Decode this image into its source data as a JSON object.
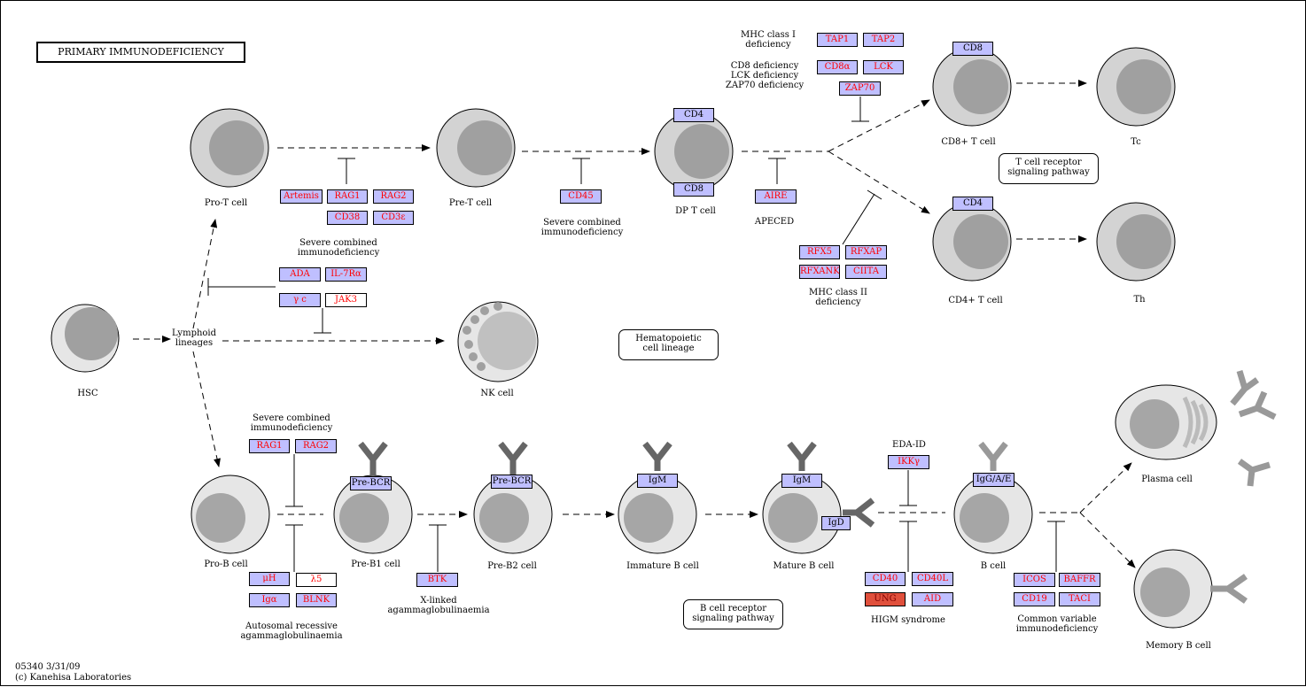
{
  "title": "PRIMARY  IMMUNODEFICIENCY",
  "footer": {
    "map_id": "05340 3/31/09",
    "copyright": "(c) Kanehisa Laboratories"
  },
  "cells": {
    "hsc": "HSC",
    "pro_t": "Pro-T cell",
    "pre_t": "Pre-T cell",
    "dp_t": "DP T cell",
    "cd8_t": "CD8+ T cell",
    "cd4_t": "CD4+ T cell",
    "tc": "Tc",
    "th": "Th",
    "nk": "NK cell",
    "pro_b": "Pro-B cell",
    "pre_b1": "Pre-B1 cell",
    "pre_b2": "Pre-B2 cell",
    "immature_b": "Immature B cell",
    "mature_b": "Mature B cell",
    "b_cell": "B cell",
    "plasma": "Plasma cell",
    "memory_b": "Memory B cell",
    "lymphoid": "Lymphoid\nlineages"
  },
  "diseases": {
    "scid_top": "Severe combined\nimmunodeficiency",
    "scid_mid": "Severe combined\nimmunodeficiency",
    "scid_b": "Severe combined\nimmunodeficiency",
    "apeced": "APECED",
    "mhc1": "MHC class I\ndeficiency",
    "cd8_def": "CD8 deficiency\nLCK deficiency\nZAP70 deficiency",
    "mhc2": "MHC class II\ndeficiency",
    "autosomal": "Autosomal recessive\nagammaglobulinaemia",
    "xlinked": "X-linked\nagammaglobulinaemia",
    "eda": "EDA-ID",
    "higm": "HIGM syndrome",
    "cvid": "Common variable\nimmunodeficiency"
  },
  "pathways": {
    "tcr": "T cell receptor\nsignaling pathway",
    "hematopoietic": "Hematopoietic\ncell lineage",
    "bcr": "B cell receptor\nsignaling pathway"
  },
  "markers": {
    "cd8_top": "CD8",
    "cd4_dp": "CD4",
    "cd8_dp": "CD8",
    "cd4_right": "CD4",
    "pre_bcr1": "Pre-BCR",
    "pre_bcr2": "Pre-BCR",
    "igm1": "IgM",
    "igm2": "IgM",
    "igd": "IgD",
    "igga": "IgG/A/E"
  },
  "genes": {
    "artemis": "Artemis",
    "rag1_t": "RAG1",
    "rag2_t": "RAG2",
    "cd38": "CD38",
    "cd3e": "CD3ε",
    "cd45": "CD45",
    "aire": "AIRE",
    "tap1": "TAP1",
    "tap2": "TAP2",
    "cd8a": "CD8α",
    "lck": "LCK",
    "zap70": "ZAP70",
    "rfx5": "RFX5",
    "rfxap": "RFXAP",
    "rfxank": "RFXANK",
    "ciita": "CIITA",
    "ada": "ADA",
    "il7ra": "IL-7Rα",
    "gc": "γ c",
    "jak3": "JAK3",
    "rag1_b": "RAG1",
    "rag2_b": "RAG2",
    "muh": "μH",
    "lambda5": "λ5",
    "iga": "Igα",
    "blnk": "BLNK",
    "btk": "BTK",
    "ikkg": "IKKγ",
    "cd40": "CD40",
    "cd40l": "CD40L",
    "ung": "UNG",
    "aid": "AID",
    "icos": "ICOS",
    "baffr": "BAFFR",
    "cd19": "CD19",
    "taci": "TACI"
  },
  "colors": {
    "gene_fill": "#bfbfff",
    "gene_text": "#ff0000",
    "hit_fill": "#e0503c",
    "cell_outer": "#d3d3d3",
    "cell_nucleus": "#a0a0a0",
    "antibody": "#666666"
  }
}
